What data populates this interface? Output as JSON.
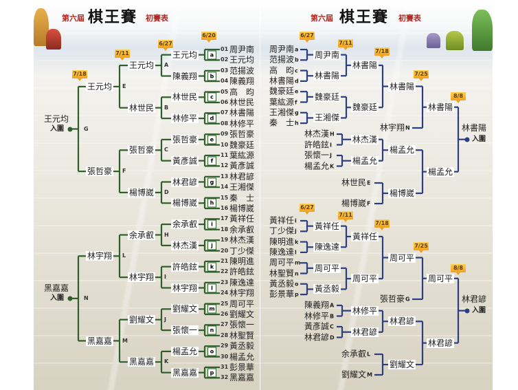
{
  "title": {
    "prefix": "第六屆",
    "main": "棋王賽",
    "suffix": "初賽表"
  },
  "colors": {
    "left_lines": "#2e5e2a",
    "right_lines": "#2b3f80",
    "badge": "#f0a020"
  },
  "left": {
    "dates": [
      "6/20",
      "6/27",
      "7/11",
      "7/18"
    ],
    "top": {
      "entries": [
        {
          "no": "01",
          "name": "周尹南"
        },
        {
          "no": "02",
          "name": "王元均"
        },
        {
          "no": "03",
          "name": "范揚波"
        },
        {
          "no": "04",
          "name": "陳義翔"
        },
        {
          "no": "05",
          "name": "高　昀"
        },
        {
          "no": "06",
          "name": "林世民"
        },
        {
          "no": "07",
          "name": "林書陽"
        },
        {
          "no": "08",
          "name": "林修平"
        },
        {
          "no": "09",
          "name": "張哲豪"
        },
        {
          "no": "10",
          "name": "魏豪廷"
        },
        {
          "no": "11",
          "name": "葉紘源"
        },
        {
          "no": "12",
          "name": "黃彥誠"
        },
        {
          "no": "13",
          "name": "林君諺"
        },
        {
          "no": "14",
          "name": "王湘傑"
        },
        {
          "no": "15",
          "name": "秦　士"
        },
        {
          "no": "16",
          "name": "楊博崴"
        }
      ],
      "r1": {
        "codes": [
          "a",
          "b",
          "c",
          "d",
          "e",
          "f",
          "g",
          "h"
        ],
        "winners": [
          "王元均",
          "陳義翔",
          "林世民",
          "林修平",
          "張哲豪",
          "黃彥誠",
          "林君諺",
          "楊博崴"
        ]
      },
      "r2": {
        "codes": [
          "A",
          "B",
          "C",
          "D"
        ],
        "winners": [
          "王元均",
          "林世民",
          "張哲豪",
          "楊博崴"
        ]
      },
      "r3": {
        "codes": [
          "E",
          "F"
        ],
        "winners": [
          "王元均",
          "張哲豪"
        ]
      },
      "final": {
        "code": "G",
        "name": "王元均",
        "status": "入圍"
      }
    },
    "bottom": {
      "entries": [
        {
          "no": "17",
          "name": "黃祥任"
        },
        {
          "no": "18",
          "name": "余承叡"
        },
        {
          "no": "19",
          "name": "林杰漢"
        },
        {
          "no": "20",
          "name": "丁少傑"
        },
        {
          "no": "21",
          "name": "陳明進"
        },
        {
          "no": "22",
          "name": "許皓鉉"
        },
        {
          "no": "23",
          "name": "陳逸達"
        },
        {
          "no": "24",
          "name": "林宇翔"
        },
        {
          "no": "25",
          "name": "周可平"
        },
        {
          "no": "26",
          "name": "劉耀文"
        },
        {
          "no": "27",
          "name": "張懷一"
        },
        {
          "no": "28",
          "name": "林聖賢"
        },
        {
          "no": "29",
          "name": "黃丞毅"
        },
        {
          "no": "30",
          "name": "楊孟允"
        },
        {
          "no": "31",
          "name": "彭景華"
        },
        {
          "no": "32",
          "name": "黑嘉嘉"
        }
      ],
      "r1": {
        "codes": [
          "i",
          "j",
          "k",
          "l",
          "m",
          "n",
          "o",
          "p"
        ],
        "winners": [
          "余承叡",
          "林杰漢",
          "許皓鉉",
          "林宇翔",
          "劉耀文",
          "張懷一",
          "楊孟允",
          "黑嘉嘉"
        ]
      },
      "r2": {
        "codes": [
          "H",
          "I",
          "J",
          "K"
        ],
        "winners": [
          "余承叡",
          "林宇翔",
          "劉耀文",
          "黑嘉嘉"
        ]
      },
      "r3": {
        "codes": [
          "L",
          "M"
        ],
        "winners": [
          "林宇翔",
          "黑嘉嘉"
        ]
      },
      "final": {
        "code": "N",
        "name": "黑嘉嘉",
        "status": "入圍"
      }
    }
  },
  "right": {
    "top": {
      "dates": [
        "6/27",
        "7/11",
        "7/18",
        "7/25",
        "8/8"
      ],
      "entries": [
        {
          "name": "周尹南",
          "code": "a"
        },
        {
          "name": "范揚波",
          "code": "b"
        },
        {
          "name": "高　昀",
          "code": "c"
        },
        {
          "name": "林書陽",
          "code": "d"
        },
        {
          "name": "魏豪廷",
          "code": "e"
        },
        {
          "name": "葉紘源",
          "code": "f"
        },
        {
          "name": "王湘傑",
          "code": "g"
        },
        {
          "name": "秦　士",
          "code": "h"
        }
      ],
      "r1_winners": [
        "周尹南",
        "林書陽",
        "魏豪廷",
        "王湘傑"
      ],
      "r2_winners": [
        "林書陽",
        "魏豪廷"
      ],
      "r3_winner": "林書陽",
      "seed": {
        "name": "林宇翔",
        "code": "N"
      },
      "r4_winner": "林書陽",
      "group2_entries": [
        {
          "name": "林杰漢",
          "code": "H"
        },
        {
          "name": "許皓鉉",
          "code": "I"
        },
        {
          "name": "張懷一",
          "code": "J"
        },
        {
          "name": "楊孟允",
          "code": "K"
        }
      ],
      "group2_r1_winners": [
        "林杰漢",
        "楊孟允"
      ],
      "group2_r2_winner": "楊孟允",
      "group3_entries": [
        {
          "name": "林世民",
          "code": "E"
        },
        {
          "name": "楊博崴",
          "code": "F"
        }
      ],
      "group3_winner": "楊博崴",
      "lower_r4_winner": "楊孟允",
      "final": {
        "name": "林書陽",
        "status": "入圍"
      }
    },
    "bottom": {
      "dates": [
        "6/27",
        "7/11",
        "7/18",
        "7/25",
        "8/8"
      ],
      "entries": [
        {
          "name": "黃祥任",
          "code": "i"
        },
        {
          "name": "丁少傑",
          "code": "j"
        },
        {
          "name": "陳明進",
          "code": "k"
        },
        {
          "name": "陳逸達",
          "code": "l"
        },
        {
          "name": "周可平",
          "code": "m"
        },
        {
          "name": "林聖賢",
          "code": "n"
        },
        {
          "name": "黃丞毅",
          "code": "o"
        },
        {
          "name": "彭景華",
          "code": "p"
        }
      ],
      "r1_winners": [
        "黃祥任",
        "陳逸達",
        "周可平",
        "黃丞毅"
      ],
      "r2_winners": [
        "黃祥任",
        "周可平"
      ],
      "r3_winner": "周可平",
      "seed": {
        "name": "張哲豪",
        "code": "G"
      },
      "r4_winner": "周可平",
      "group2_entries": [
        {
          "name": "陳義翔",
          "code": "A"
        },
        {
          "name": "林修平",
          "code": "B"
        },
        {
          "name": "黃彥誠",
          "code": "C"
        },
        {
          "name": "林君諺",
          "code": "D"
        }
      ],
      "group2_r1_winners": [
        "林修平",
        "林君諺"
      ],
      "group2_r2_winner": "林君諺",
      "group3_entries": [
        {
          "name": "余承叡",
          "code": "L"
        },
        {
          "name": "劉耀文",
          "code": "M"
        }
      ],
      "group3_winner": "劉耀文",
      "lower_r4_winner": "林君諺",
      "final": {
        "name": "林君諺",
        "status": "入圍"
      }
    }
  }
}
